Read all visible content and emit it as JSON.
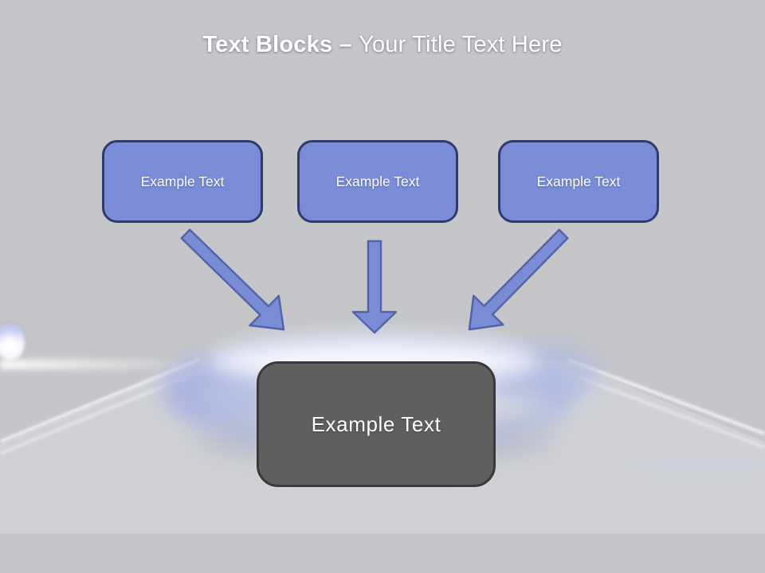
{
  "slide": {
    "header": {
      "title_bold": "Text Blocks –",
      "title_regular": "Your Title Text Here"
    },
    "blocks": [
      {
        "label": "Example Text"
      },
      {
        "label": "Example Text"
      },
      {
        "label": "Example Text"
      }
    ],
    "center_block": {
      "label": "Example Text"
    },
    "arrows": [
      {
        "name": "arrow-left",
        "direction": "down-right"
      },
      {
        "name": "arrow-middle",
        "direction": "down"
      },
      {
        "name": "arrow-right",
        "direction": "down-left"
      }
    ],
    "background_photo": "gas-stove-burner-with-blue-flames",
    "colors": {
      "header_top": "#212A66",
      "header_bottom": "#4A56B4",
      "canvas_bg": "#C5C6C9",
      "block_fill": "#7B8CD6",
      "block_border": "#2E3A6E",
      "arrow_fill": "#7B8CD6",
      "arrow_border": "#5363A8",
      "center_fill": "#5F5F5F",
      "center_border": "#3A3A3A",
      "text": "#FFFFFF"
    }
  }
}
